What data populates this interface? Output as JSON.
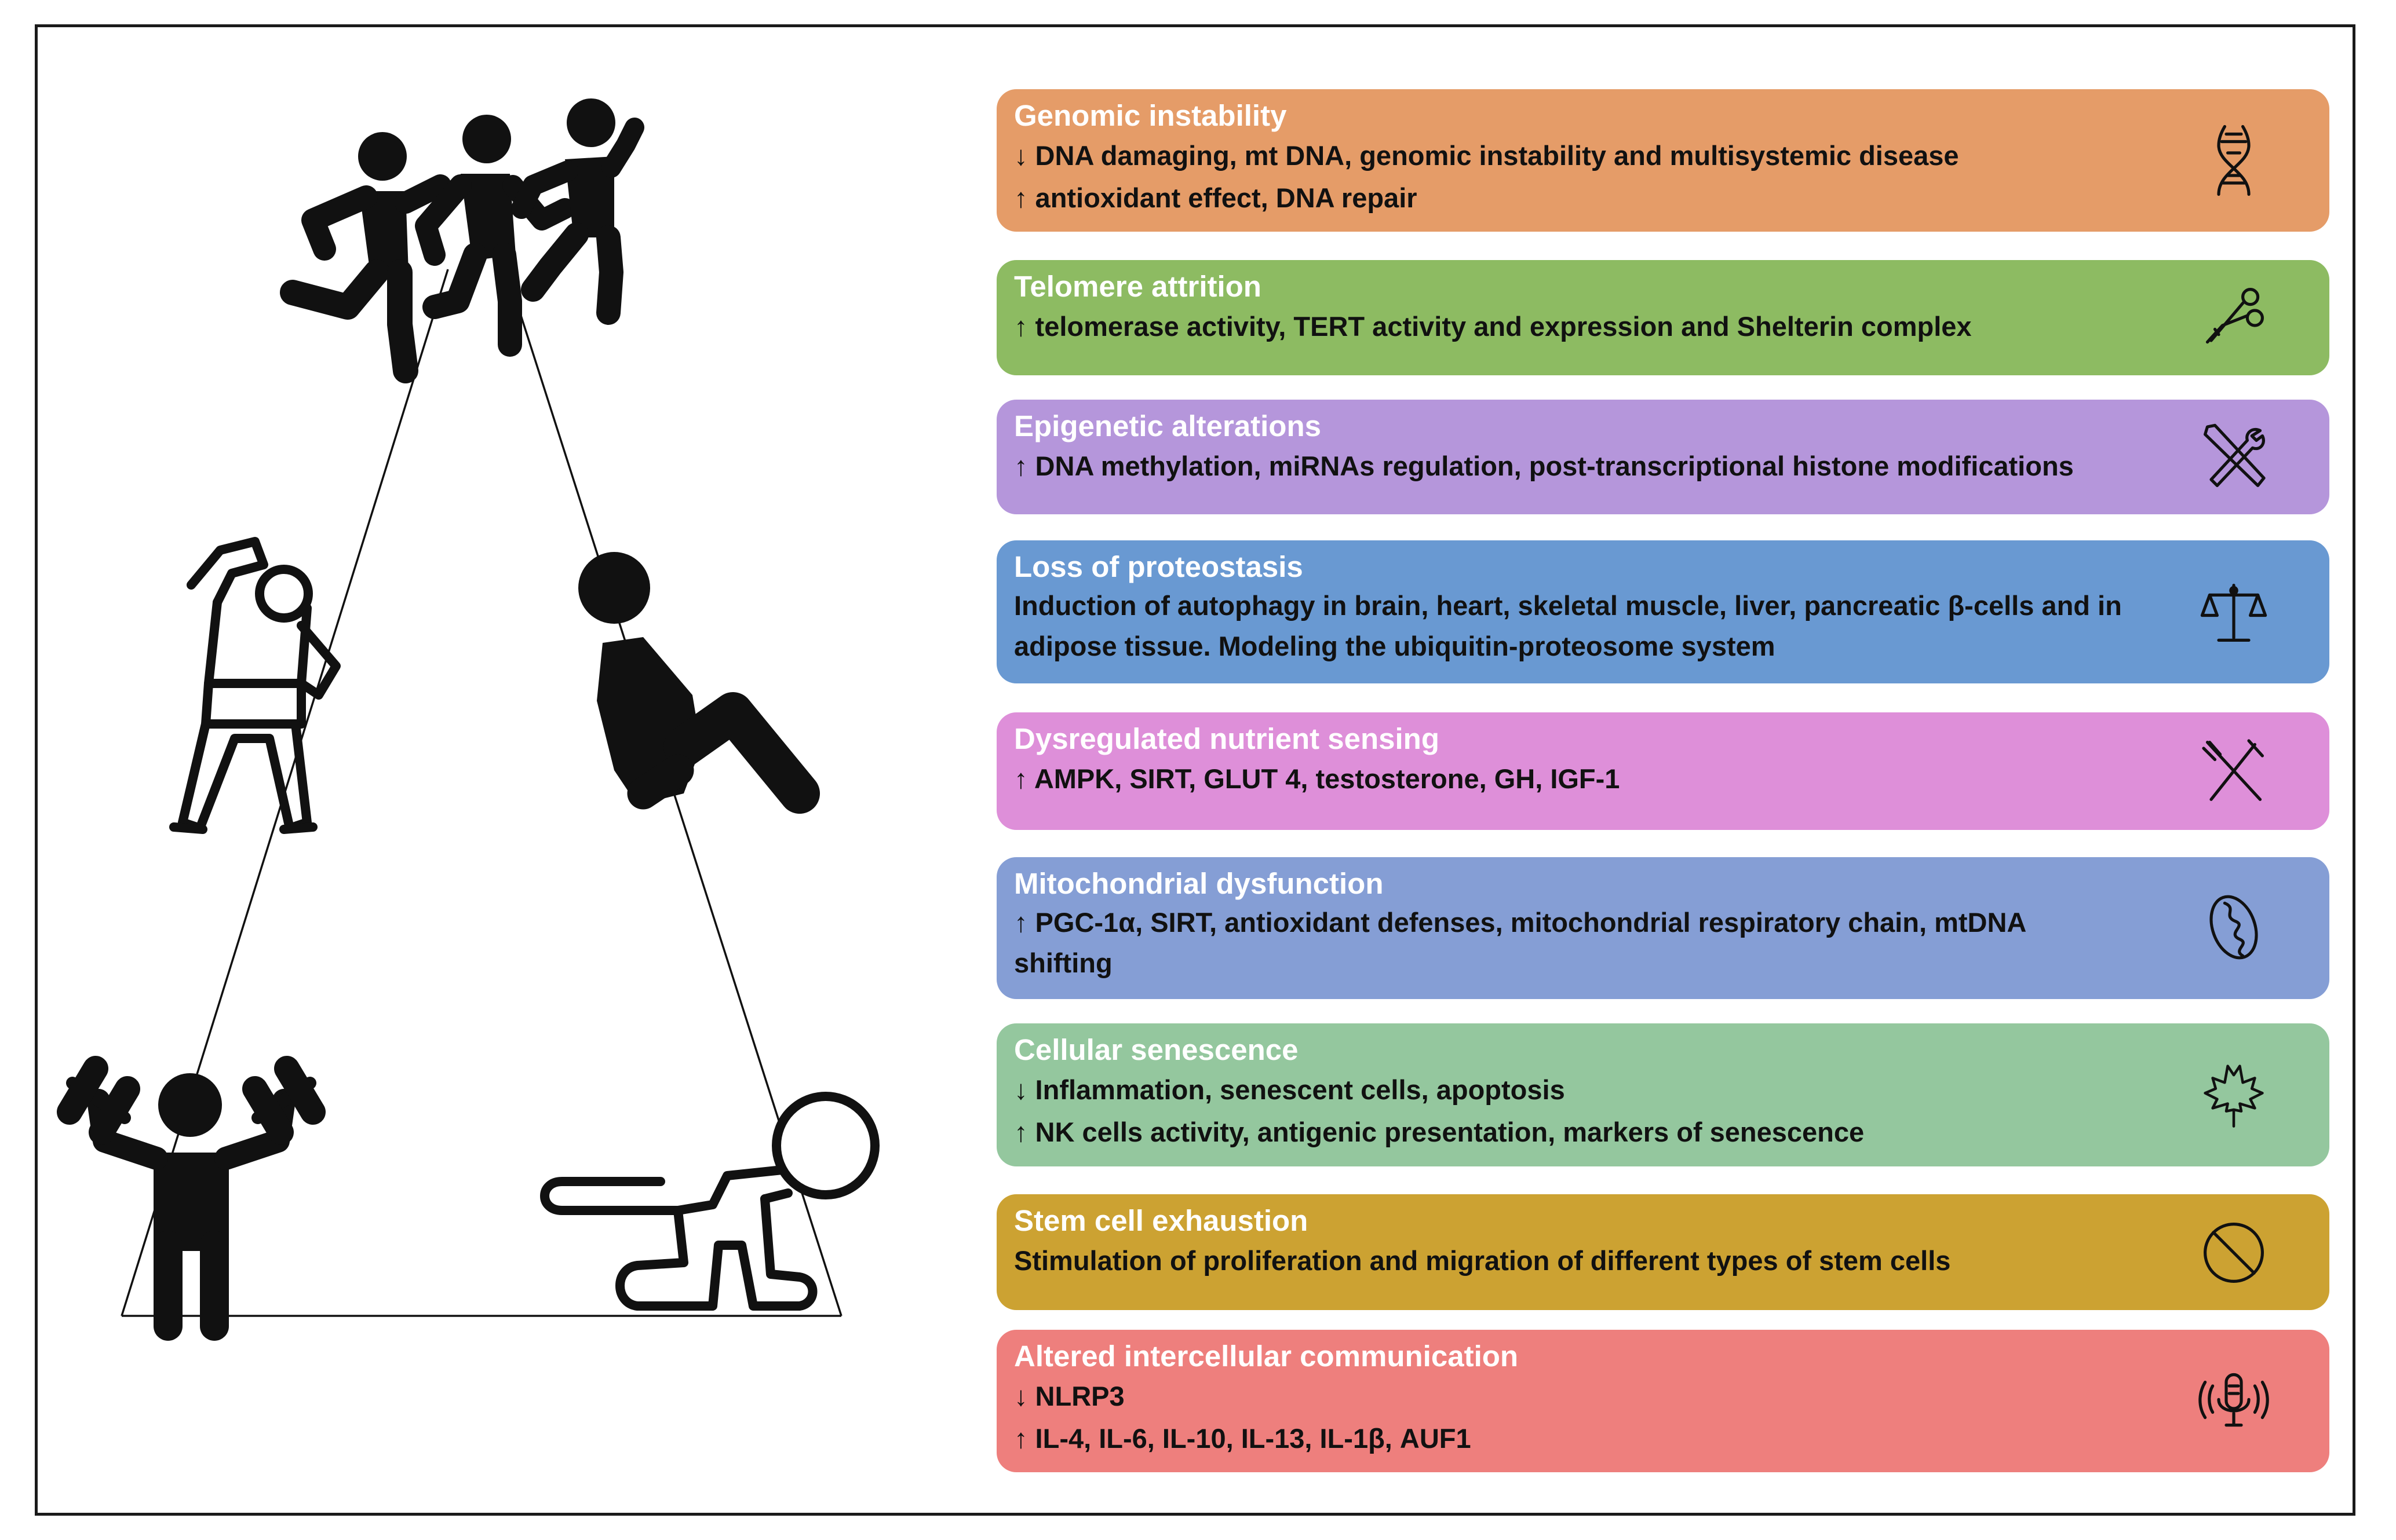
{
  "panels": [
    {
      "id": "genomic",
      "title": "Genomic instability",
      "color": "#E59C68",
      "icon": "dna-icon",
      "lines": [
        "↓ DNA damaging, mt DNA, genomic instability and multisystemic disease",
        "↑ antioxidant effect, DNA repair"
      ]
    },
    {
      "id": "telomere",
      "title": "Telomere attrition",
      "color": "#8DBB62",
      "icon": "scissors-icon",
      "lines": [
        "↑ telomerase activity, TERT activity and expression and Shelterin complex"
      ]
    },
    {
      "id": "epigenetic",
      "title": "Epigenetic alterations",
      "color": "#B596DB",
      "icon": "tools-icon",
      "lines": [
        "↑ DNA methylation, miRNAs regulation, post-transcriptional histone modifications"
      ]
    },
    {
      "id": "proteostasis",
      "title": "Loss of proteostasis",
      "color": "#6999D2",
      "icon": "balance-scale-icon",
      "lines": [
        "Induction of autophagy in brain, heart, skeletal muscle, liver, pancreatic β-cells and in adipose tissue. Modeling the ubiquitin-proteosome system"
      ]
    },
    {
      "id": "nutrient",
      "title": "Dysregulated nutrient sensing",
      "color": "#DE8FD9",
      "icon": "fork-knife-icon",
      "lines": [
        "↑  AMPK, SIRT, GLUT 4, testosterone, GH, IGF-1"
      ]
    },
    {
      "id": "mitochondrial",
      "title": "Mitochondrial dysfunction",
      "color": "#859ED5",
      "icon": "mitochondrion-icon",
      "lines": [
        "↑ PGC-1α, SIRT, antioxidant defenses, mitochondrial respiratory chain, mtDNA shifting"
      ]
    },
    {
      "id": "senescence",
      "title": "Cellular senescence",
      "color": "#94C79E",
      "icon": "maple-leaf-icon",
      "lines": [
        "↓ Inflammation, senescent cells, apoptosis",
        "↑ NK cells activity, antigenic presentation, markers of senescence"
      ]
    },
    {
      "id": "stemcell",
      "title": "Stem cell exhaustion",
      "color": "#CCA232",
      "icon": "prohibited-icon",
      "lines": [
        "Stimulation of proliferation and migration of different types of stem cells"
      ]
    },
    {
      "id": "intercellular",
      "title": "Altered intercellular communication",
      "color": "#EE7F7D",
      "icon": "microphone-icon",
      "lines": [
        "↓ NLRP3",
        "↑ IL-4, IL-6, IL-10, IL-13, IL-1β, AUF1"
      ]
    }
  ]
}
